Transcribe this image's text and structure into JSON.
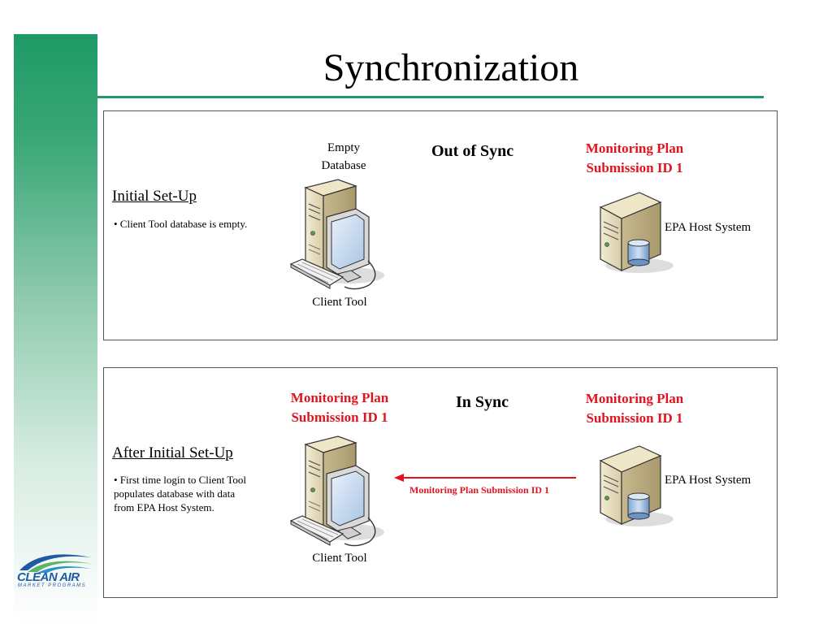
{
  "slide": {
    "title": "Synchronization"
  },
  "panel1": {
    "heading": "Initial Set-Up",
    "bullet": "• Client Tool database is empty.",
    "client_top_label": "Empty\nDatabase",
    "client_label": "Client Tool",
    "status": "Out of Sync",
    "host_top_label": "Monitoring Plan\nSubmission ID 1",
    "host_label": "EPA Host System"
  },
  "panel2": {
    "heading": "After Initial Set-Up",
    "bullet": "• First time login to Client Tool\n   populates database with data\n   from EPA Host System.",
    "client_top_label": "Monitoring Plan\nSubmission ID 1",
    "client_label": "Client Tool",
    "status": "In Sync",
    "host_top_label": "Monitoring Plan\nSubmission ID 1",
    "host_label": "EPA Host System",
    "arrow_label": "Monitoring Plan Submission ID 1"
  },
  "logo": {
    "name": "CLEAN AIR",
    "tagline": "MARKET PROGRAMS"
  },
  "colors": {
    "accent_green": "#1e9a66",
    "alert_red": "#e0141e",
    "logo_blue": "#1f5aa6"
  }
}
